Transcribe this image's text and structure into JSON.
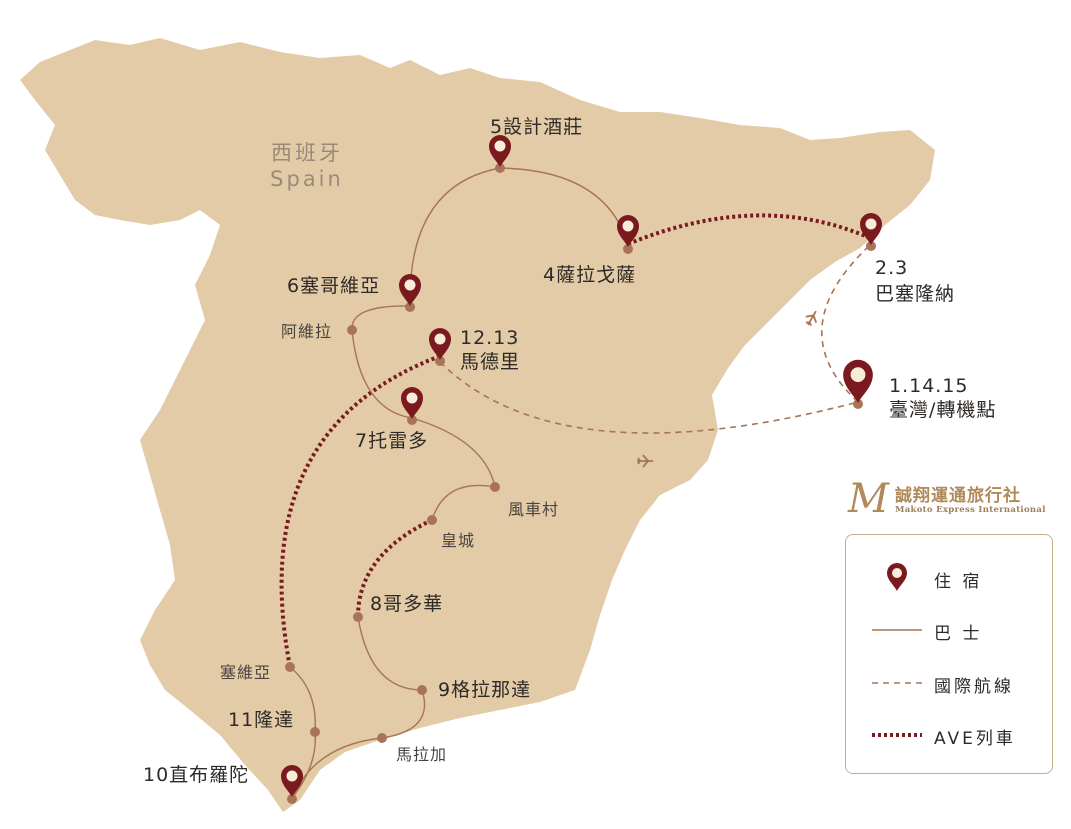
{
  "colors": {
    "land": "#e2cba6",
    "route_bus": "#a87452",
    "route_flight": "#a87452",
    "route_ave": "#7a1a1f",
    "pin": "#7a1a1f",
    "pin_inner": "#f6ecd8",
    "stop": "#a8735a",
    "brand": "#b08a5a",
    "legend_border": "#c9ad88"
  },
  "country": {
    "name_zh": "西班牙",
    "name_en": "Spain"
  },
  "places": {
    "barcelona": {
      "nums": "2.3",
      "name": "巴塞隆納"
    },
    "taiwan": {
      "nums": "1.14.15",
      "name": "臺灣/轉機點"
    },
    "madrid": {
      "nums": "12.13",
      "name": "馬德里"
    },
    "winery": {
      "label": "5設計酒莊"
    },
    "zaragoza": {
      "label": "4薩拉戈薩"
    },
    "segovia": {
      "label": "6塞哥維亞"
    },
    "avila": {
      "label": "阿維拉"
    },
    "toledo": {
      "label": "7托雷多"
    },
    "windmill": {
      "label": "風車村"
    },
    "ciudad_real": {
      "label": "皇城"
    },
    "cordoba": {
      "label": "8哥多華"
    },
    "granada": {
      "label": "9格拉那達"
    },
    "malaga": {
      "label": "馬拉加"
    },
    "seville": {
      "label": "塞維亞"
    },
    "ronda": {
      "label": "11隆達"
    },
    "gibraltar": {
      "label": "10直布羅陀"
    }
  },
  "brand": {
    "logo_letter": "M",
    "name": "誠翔運通旅行社",
    "subtitle": "Makoto Express International"
  },
  "legend": {
    "items": [
      {
        "symbol": "pin-icon",
        "label": "住 宿"
      },
      {
        "symbol": "bus-line",
        "label": "巴 士"
      },
      {
        "symbol": "flight-line",
        "label": "國際航線"
      },
      {
        "symbol": "ave-line",
        "label": "AVE列車"
      }
    ]
  }
}
